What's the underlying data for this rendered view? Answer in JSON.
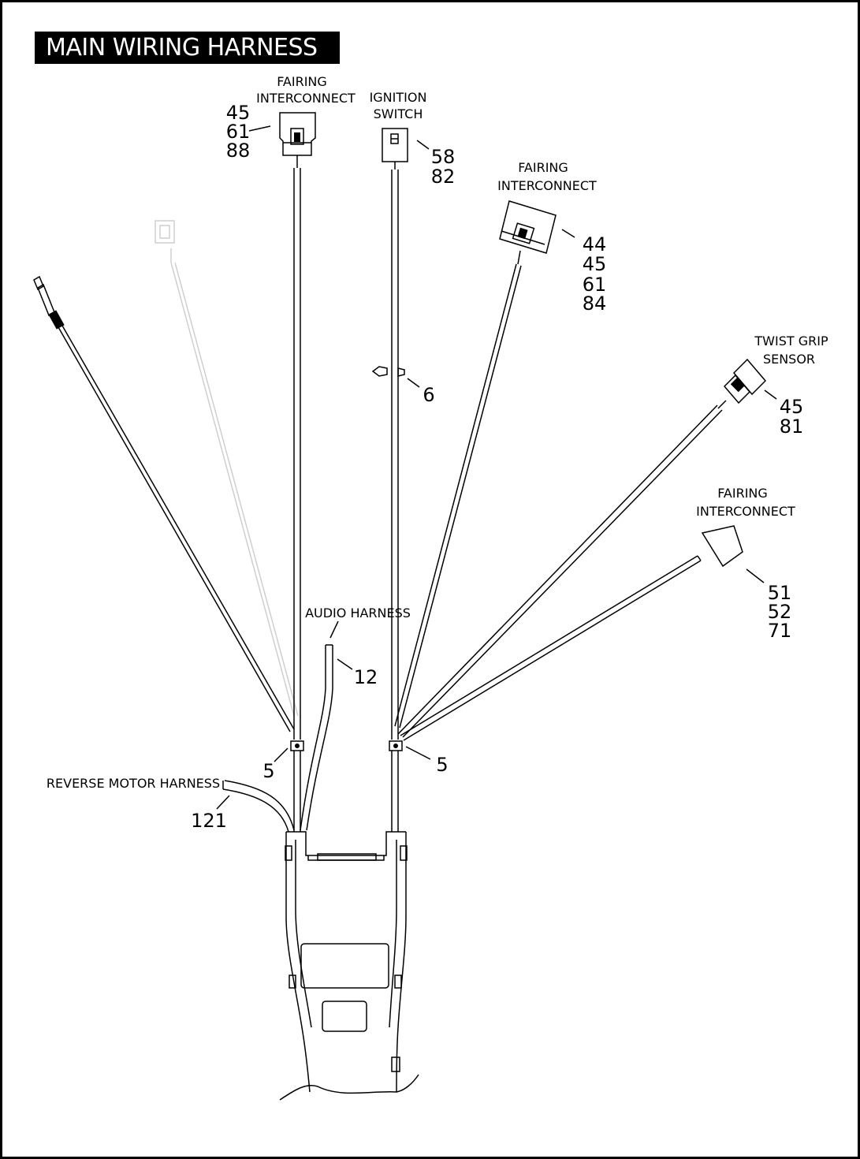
{
  "title": "MAIN WIRING HARNESS",
  "labels": {
    "fairing_top_1": "FAIRING",
    "fairing_top_2": "INTERCONNECT",
    "ignition_1": "IGNITION",
    "ignition_2": "SWITCH",
    "fairing_right_1": "FAIRING",
    "fairing_right_2": "INTERCONNECT",
    "twist_grip_1": "TWIST GRIP",
    "twist_grip_2": "SENSOR",
    "fairing_low_1": "FAIRING",
    "fairing_low_2": "INTERCONNECT",
    "audio": "AUDIO HARNESS",
    "reverse": "REVERSE MOTOR HARNESS"
  },
  "callouts": {
    "fairing_top": [
      "45",
      "61",
      "88"
    ],
    "ignition": [
      "58",
      "82"
    ],
    "fairing_right": [
      "44",
      "45",
      "61",
      "84"
    ],
    "twist_grip": [
      "45",
      "81"
    ],
    "fairing_low": [
      "51",
      "52",
      "71"
    ],
    "clip": "6",
    "audio": "12",
    "clamp_left": "5",
    "clamp_right": "5",
    "reverse": "121"
  }
}
